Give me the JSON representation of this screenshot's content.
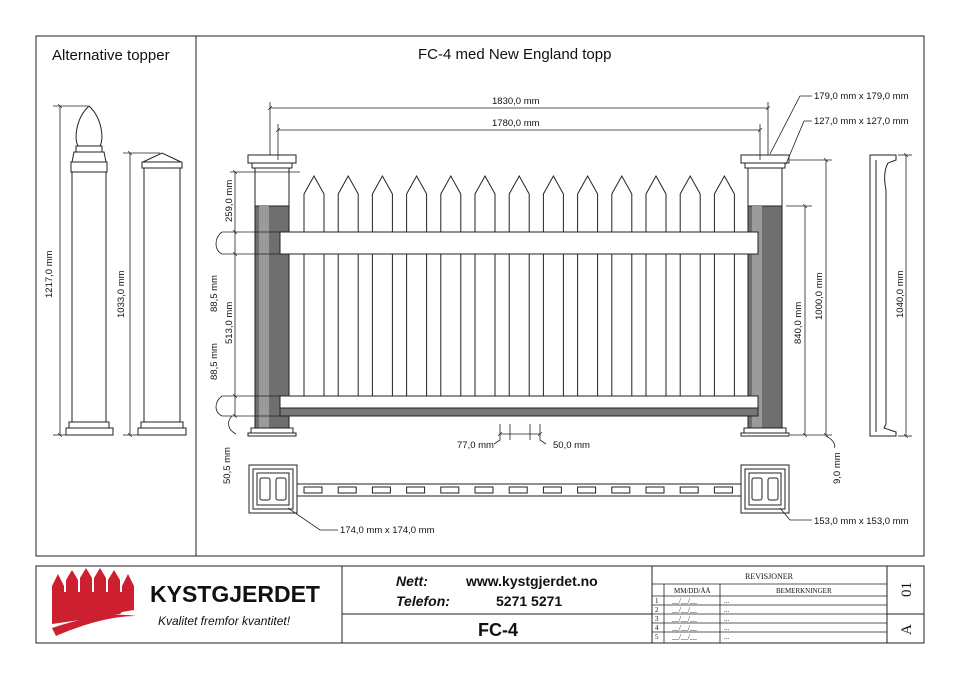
{
  "left_panel": {
    "title": "Alternative topper"
  },
  "main": {
    "title": "FC-4 med New England topp",
    "dims": {
      "total_width": "1830,0 mm",
      "inner_width": "1780,0 mm",
      "post_179": "179,0 mm x 179,0 mm",
      "post_127": "127,0 mm x 127,0 mm",
      "height_1217": "1217,0 mm",
      "height_1033": "1033,0 mm",
      "d259": "259,0 mm",
      "d88_top": "88,5 mm",
      "d513": "513,0 mm",
      "d88_bottom": "88,5 mm",
      "d50_5": "50,5 mm",
      "d77": "77,0 mm",
      "d50": "50,0 mm",
      "d840": "840,0 mm",
      "d1000": "1000,0 mm",
      "d1040": "1040,0 mm",
      "d9": "9,0 mm",
      "plan_left": "174,0 mm x 174,0 mm",
      "plan_right": "153,0 mm x 153,0 mm"
    }
  },
  "title_block": {
    "brand": "KYSTGJERDET",
    "slogan": "Kvalitet fremfor kvantitet!",
    "nett_label": "Nett:",
    "nett_value": "www.kystgjerdet.no",
    "telefon_label": "Telefon:",
    "telefon_value": "5271 5271",
    "drawing_no": "FC-4",
    "revisions": {
      "title": "REVISJONER",
      "col_date": "MM/DD/ÅÅ",
      "col_remarks": "BEMERKNINGER",
      "rows": [
        {
          "num": "1",
          "date": "__/__/__",
          "remark": "..."
        },
        {
          "num": "2",
          "date": "__/__/__",
          "remark": "..."
        },
        {
          "num": "3",
          "date": "__/__/__",
          "remark": "..."
        },
        {
          "num": "4",
          "date": "__/__/__",
          "remark": "..."
        },
        {
          "num": "5",
          "date": "__/__/__",
          "remark": "..."
        }
      ]
    },
    "sheet": "01",
    "revision_letter": "A"
  },
  "colors": {
    "line": "#222222",
    "post_fill": "#6f6f6f",
    "logo_red": "#cc1f2f"
  }
}
